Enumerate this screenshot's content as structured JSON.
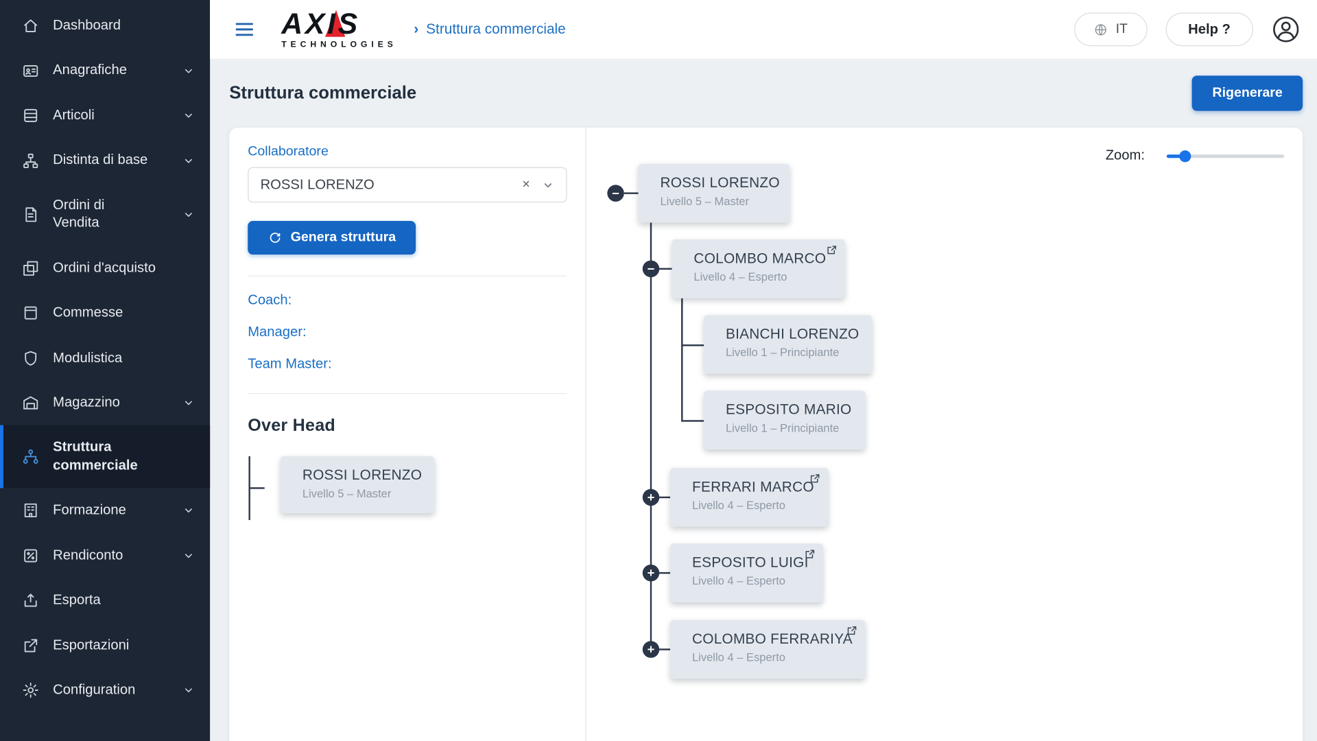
{
  "colors": {
    "accent_blue": "#1565c2",
    "brand_red": "#e3222b",
    "sidebar_bg": "#1d2634",
    "link_blue": "#1b70c4",
    "node_bg": "#e3e8ee"
  },
  "sidebar": {
    "items": [
      {
        "label": "Dashboard"
      },
      {
        "label": "Anagrafiche"
      },
      {
        "label": "Articoli"
      },
      {
        "label": "Distinta di base"
      },
      {
        "label": "Ordini di Vendita"
      },
      {
        "label": "Ordini d'acquisto"
      },
      {
        "label": "Commesse"
      },
      {
        "label": "Modulistica"
      },
      {
        "label": "Magazzino"
      },
      {
        "label": "Struttura commerciale"
      },
      {
        "label": "Formazione"
      },
      {
        "label": "Rendiconto"
      },
      {
        "label": "Esporta"
      },
      {
        "label": "Esportazioni"
      },
      {
        "label": "Configuration"
      }
    ]
  },
  "header": {
    "logo_line1": "AXIS",
    "logo_line2": "TECHNOLOGIES",
    "breadcrumb_sep": "›",
    "breadcrumb": "Struttura commerciale",
    "language": "IT",
    "help_label": "Help ?"
  },
  "page": {
    "title": "Struttura commerciale",
    "regenerate_label": "Rigenerare"
  },
  "panel": {
    "collaborator_label": "Collaboratore",
    "collaborator_value": "ROSSI LORENZO",
    "clear_symbol": "×",
    "generate_label": "Genera struttura",
    "coach_label": "Coach:",
    "manager_label": "Manager:",
    "team_master_label": "Team Master:",
    "overhead_title": "Over Head",
    "overhead_node": {
      "name": "ROSSI LORENZO",
      "level": "Livello 5 – Master"
    }
  },
  "tree": {
    "zoom_label": "Zoom:",
    "nodes": [
      {
        "name": "ROSSI LORENZO",
        "level": "Livello 5 – Master",
        "toggle": "−"
      },
      {
        "name": "COLOMBO MARCO",
        "level": "Livello 4 – Esperto",
        "toggle": "−"
      },
      {
        "name": "BIANCHI LORENZO",
        "level": "Livello 1 – Principiante",
        "toggle": ""
      },
      {
        "name": "ESPOSITO MARIO",
        "level": "Livello 1 – Principiante",
        "toggle": ""
      },
      {
        "name": "FERRARI MARCO",
        "level": "Livello 4 – Esperto",
        "toggle": "+"
      },
      {
        "name": "ESPOSITO LUIGI",
        "level": "Livello 4 – Esperto",
        "toggle": "+"
      },
      {
        "name": "COLOMBO FERRARIYA",
        "level": "Livello 4 – Esperto",
        "toggle": "+"
      }
    ]
  }
}
